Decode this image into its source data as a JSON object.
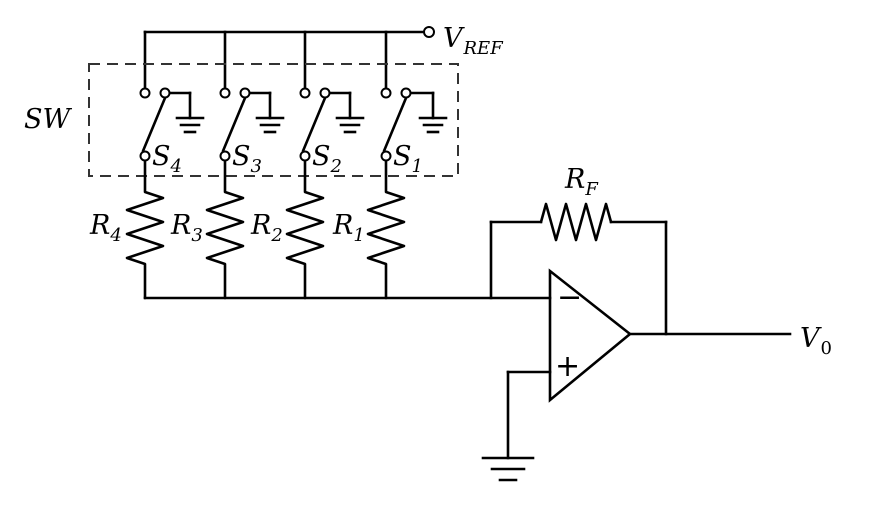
{
  "vref_label": {
    "main": "V",
    "sub": "REF"
  },
  "sw_label": "SW",
  "output_label": {
    "main": "V",
    "sub": "0"
  },
  "feedback_resistor": {
    "main": "R",
    "sub": "F"
  },
  "switches": [
    {
      "main": "S",
      "sub": "4"
    },
    {
      "main": "S",
      "sub": "3"
    },
    {
      "main": "S",
      "sub": "2"
    },
    {
      "main": "S",
      "sub": "1"
    }
  ],
  "resistors": [
    {
      "main": "R",
      "sub": "4"
    },
    {
      "main": "R",
      "sub": "3"
    },
    {
      "main": "R",
      "sub": "2"
    },
    {
      "main": "R",
      "sub": "1"
    }
  ],
  "opamp": {
    "inverting": "−",
    "noninverting": "+"
  }
}
